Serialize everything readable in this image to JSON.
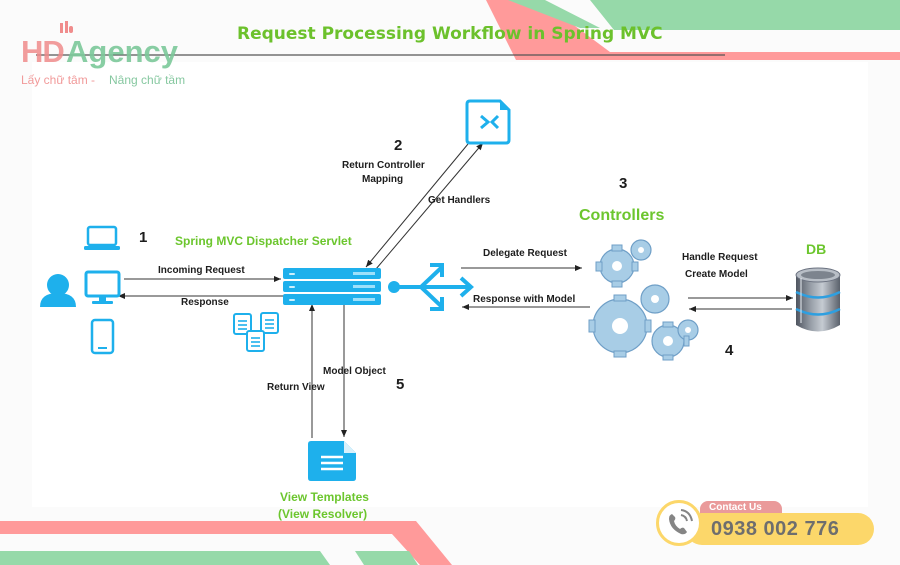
{
  "brand": {
    "logo_hd": "HD",
    "logo_agency": "Agency",
    "tagline_left": "Lấy chữ tâm -",
    "tagline_right": "Nâng chữ tầm"
  },
  "title": "Request Processing Workflow in Spring MVC",
  "colors": {
    "accent_green": "#6cc62e",
    "icon_blue": "#1eb0ec",
    "stripe_red": "#ff9a9a",
    "stripe_green": "#96d9a9",
    "contact_yellow": "#fcd76a"
  },
  "steps": {
    "s1": "1",
    "s2": "2",
    "s3": "3",
    "s4": "4",
    "s5": "5"
  },
  "nodes": {
    "dispatcher": "Spring  MVC Dispatcher Servlet",
    "controllers": "Controllers",
    "db": "DB",
    "view_templates_line1": "View Templates",
    "view_templates_line2": "(View Resolver)"
  },
  "edges": {
    "incoming_request": "Incoming Request",
    "response": "Response",
    "return_controller_mapping_line1": "Return Controller",
    "return_controller_mapping_line2": "Mapping",
    "get_handlers": "Get Handlers",
    "delegate_request": "Delegate Request",
    "response_with_model": "Response with Model",
    "handle_request": "Handle Request",
    "create_model": "Create Model",
    "model_object": "Model Object",
    "return_view": "Return View"
  },
  "icons": {
    "user": "user-icon",
    "laptop": "laptop-icon",
    "monitor": "monitor-icon",
    "tablet": "tablet-icon",
    "server": "server-stack-icon",
    "handler_mapping": "code-file-icon",
    "usb": "usb-fork-icon",
    "gears": "gears-icon",
    "database": "database-icon",
    "documents": "documents-icon",
    "view_file": "text-file-icon",
    "phone": "phone-icon"
  },
  "contact": {
    "label": "Contact Us",
    "phone": "0938 002 776"
  }
}
